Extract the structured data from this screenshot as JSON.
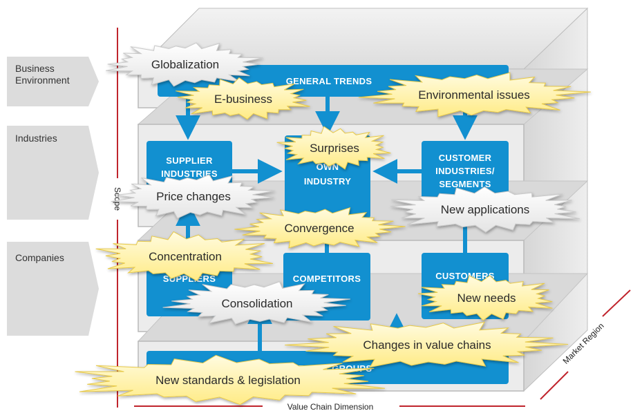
{
  "left_labels": {
    "business_environment": [
      "Business",
      "Environment"
    ],
    "industries": "Industries",
    "companies": "Companies"
  },
  "boxes": {
    "general_trends": "GENERAL TRENDS",
    "supplier_industries": [
      "SUPPLIER",
      "INDUSTRIES"
    ],
    "own_industry": [
      "OWN",
      "INDUSTRY"
    ],
    "customer_industries": [
      "CUSTOMER",
      "INDUSTRIES/",
      "SEGMENTS"
    ],
    "suppliers": "SUPPLIERS",
    "competitors": "COMPETITORS",
    "customers": "CUSTOMERS",
    "interest_groups": "INTEREST GROUPS"
  },
  "bursts": {
    "globalization": "Globalization",
    "e_business": "E-business",
    "environmental_issues": "Environmental issues",
    "surprises": "Surprises",
    "price_changes": "Price changes",
    "new_applications": "New applications",
    "convergence": "Convergence",
    "concentration": "Concentration",
    "consolidation": "Consolidation",
    "new_needs": "New needs",
    "changes_in_value_chains": "Changes in value chains",
    "new_standards": "New standards & legislation"
  },
  "axes": {
    "scope": "Scope",
    "value_chain_dimension": "Value Chain Dimension",
    "market_region": "Market Region"
  },
  "colors": {
    "box_blue": "#1290d0",
    "burst_yellow": "#fff3a6",
    "burst_white": "#f4f4f4",
    "axis_red": "#c0242c",
    "layer_grey": "#e7e7e7"
  }
}
